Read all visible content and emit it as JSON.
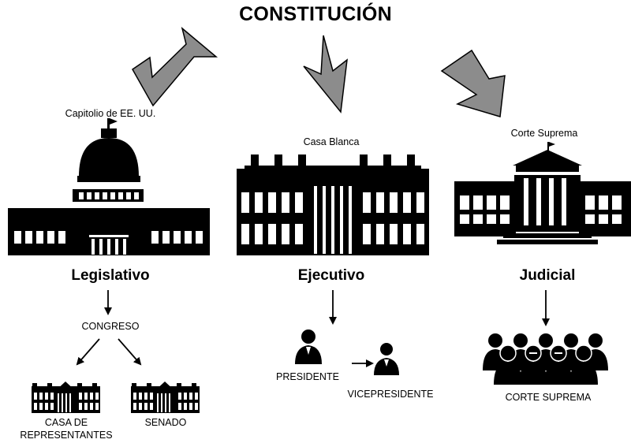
{
  "title": "CONSTITUCIÓN",
  "buildings": {
    "capitol": "Capitolio de EE. UU.",
    "white_house": "Casa Blanca",
    "supreme_court": "Corte Suprema"
  },
  "branches": {
    "legislative": "Legislativo",
    "executive": "Ejecutivo",
    "judicial": "Judicial"
  },
  "legislative": {
    "body": "CONGRESO",
    "chamber_1_line_1": "CASA DE",
    "chamber_1_line_2": "REPRESENTANTES",
    "chamber_2": "SENADO"
  },
  "executive": {
    "office_1": "PRESIDENTE",
    "office_2": "VICEPRESIDENTE"
  },
  "judicial": {
    "body": "CORTE SUPREMA"
  },
  "colors": {
    "arrow_fill": "#8c8c8c",
    "arrow_stroke": "#000000",
    "ink": "#000000"
  }
}
